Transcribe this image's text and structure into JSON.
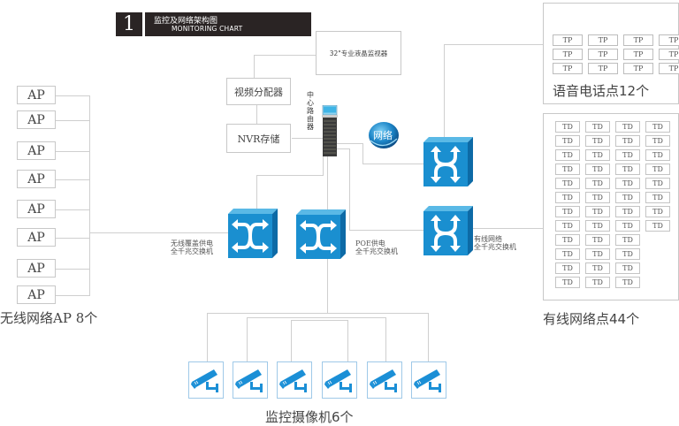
{
  "header": {
    "number": "1",
    "title_cn": "监控及网络架构图",
    "title_en": "MONITORING CHART"
  },
  "devices": {
    "monitor": "32\"专业液晶监视器",
    "video_splitter": "视频分配器",
    "nvr": "NVR存储",
    "router_label": "中心路由器",
    "network_globe": "网络"
  },
  "switches": {
    "wireless": {
      "label": "无线覆盖供电\n全千兆交换机"
    },
    "poe": {
      "label": "POE供电\n全千兆交换机"
    },
    "wired": {
      "label": "有线网络\n全千兆交换机"
    },
    "core": {
      "label": ""
    }
  },
  "ap_group": {
    "items": [
      "AP",
      "AP",
      "AP",
      "AP",
      "AP",
      "AP",
      "AP",
      "AP"
    ],
    "caption": "无线网络AP 8个"
  },
  "tp_group": {
    "item_label": "TP",
    "count": 12,
    "caption": "语音电话点12个"
  },
  "td_group": {
    "item_label": "TD",
    "count": 44,
    "rows": [
      4,
      4,
      4,
      4,
      4,
      4,
      4,
      4,
      3,
      3,
      3,
      3
    ],
    "caption": "有线网络点44个"
  },
  "camera_group": {
    "count": 6,
    "caption": "监控摄像机6个"
  },
  "colors": {
    "switch_blue": "#1a8fd0",
    "switch_top": "#3aa6dd",
    "camera_blue": "#1b8fd6",
    "header_bg": "#2a2424",
    "line_gray": "#cfcfcf"
  }
}
